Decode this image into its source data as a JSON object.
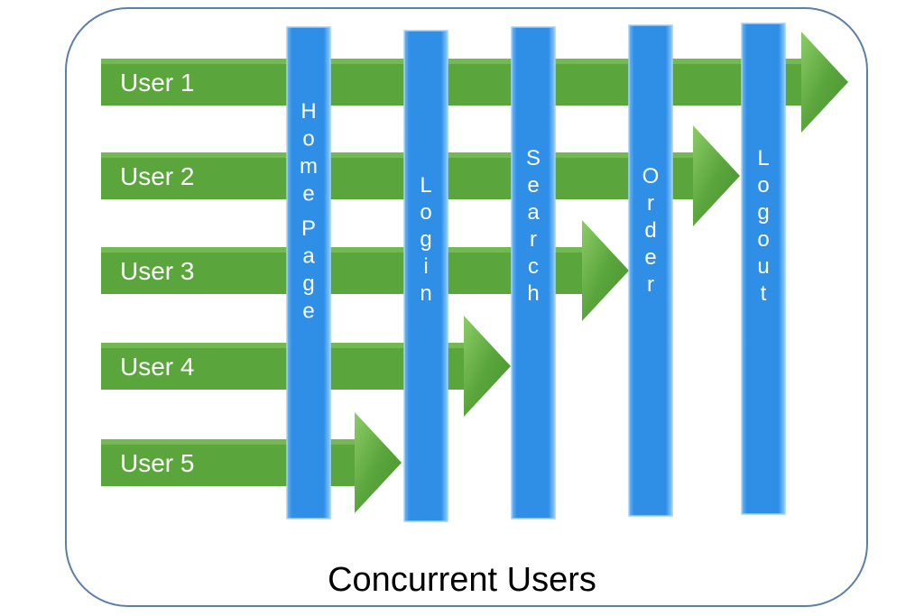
{
  "colors": {
    "arrow": "#5aa53c",
    "arrow_highlight": "#8dcc66",
    "bar": "#2f8ee6",
    "bar_edge": "#9fd0ff",
    "frame_border": "#5a7fa8"
  },
  "users": [
    {
      "label": "User 1",
      "ends_after_stage": 4
    },
    {
      "label": "User 2",
      "ends_after_stage": 3
    },
    {
      "label": "User 3",
      "ends_after_stage": 2
    },
    {
      "label": "User 4",
      "ends_after_stage": 1
    },
    {
      "label": "User 5",
      "ends_after_stage": 0
    }
  ],
  "stages": [
    {
      "label": "Home Page"
    },
    {
      "label": "Login"
    },
    {
      "label": "Search"
    },
    {
      "label": "Order"
    },
    {
      "label": "Logout"
    }
  ],
  "caption": "Concurrent Users"
}
